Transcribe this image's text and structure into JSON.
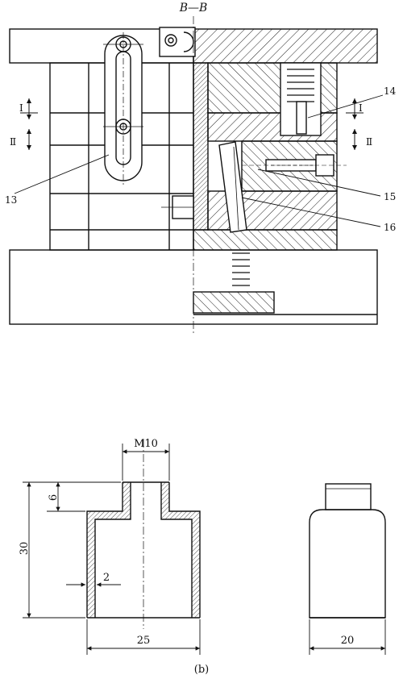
{
  "section_label": "B—B",
  "part_numbers": {
    "p13": "13",
    "p14": "14",
    "p15": "15",
    "p16": "16"
  },
  "section_markers": {
    "left_top": "Ⅰ",
    "left_bottom": "Ⅱ",
    "right_top": "Ⅰ",
    "right_bottom": "Ⅱ"
  },
  "part_drawing": {
    "thread": "M10",
    "neck_height": "6",
    "total_height": "30",
    "wall_thickness": "2",
    "body_width": "25",
    "side_width": "20",
    "caption": "(b)"
  }
}
